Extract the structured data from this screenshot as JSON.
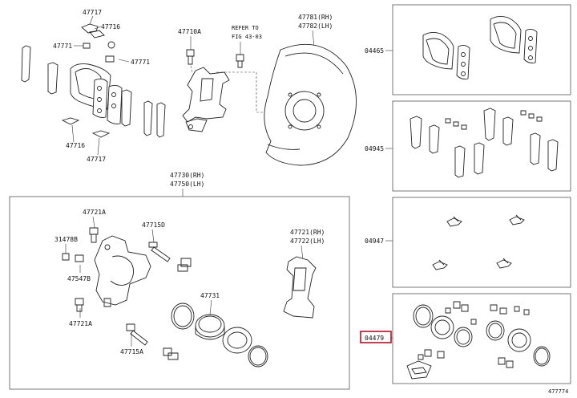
{
  "labels": {
    "p47717_top": "47717",
    "p47716_top": "47716",
    "p47771_a": "47771",
    "p47771_b": "47771",
    "p47716_bot": "47716",
    "p47717_bot": "47717",
    "p47710A": "47710A",
    "refer_line1": "REFER TO",
    "refer_line2": "FIG 43-03",
    "p47781": "47781(RH)",
    "p47782": "47782(LH)",
    "p47730": "47730(RH)",
    "p47750": "47750(LH)",
    "p47721A_top": "47721A",
    "p47715D": "47715D",
    "p31478B": "31478B",
    "p47547B": "47547B",
    "p47721A_bot": "47721A",
    "p47715A": "47715A",
    "p47731": "47731",
    "p47721": "47721(RH)",
    "p47722": "47722(LH)",
    "kit_04465": "04465",
    "kit_04945": "04945",
    "kit_04947": "04947",
    "kit_04479": "04479",
    "figure_id": "477774"
  },
  "colors": {
    "highlight": "#b0102a",
    "line": "#222222",
    "frame": "#555555"
  }
}
